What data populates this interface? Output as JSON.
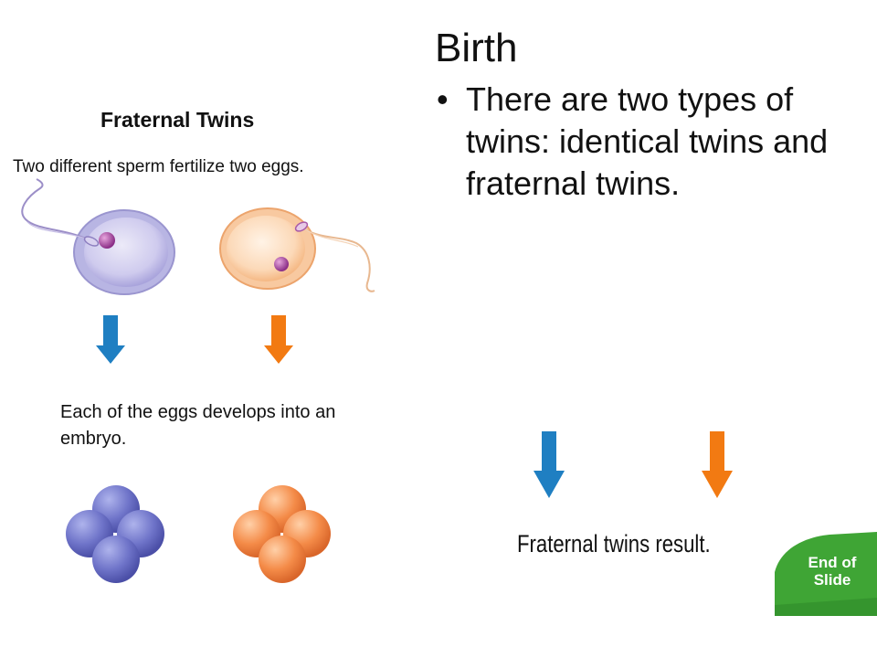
{
  "slide": {
    "title": "Birth",
    "bullet_symbol": "•",
    "bullet_text": "There are two types of twins: identical twins and fraternal twins."
  },
  "figure": {
    "heading": "Fraternal Twins",
    "caption_fertilize": "Two different sperm fertilize two eggs.",
    "caption_embryo": "Each of the eggs develops into an embryo.",
    "caption_result": "Fraternal twins result."
  },
  "colors": {
    "left_arrow": "#1f7fc2",
    "right_arrow": "#f27a12",
    "egg_left": "#b8b5e3",
    "egg_right": "#f8c9a0",
    "embryo_left": "#6e73c8",
    "embryo_right": "#f2894a",
    "badge": "#3fa535"
  },
  "end_badge": {
    "label": "End of\nSlide"
  }
}
